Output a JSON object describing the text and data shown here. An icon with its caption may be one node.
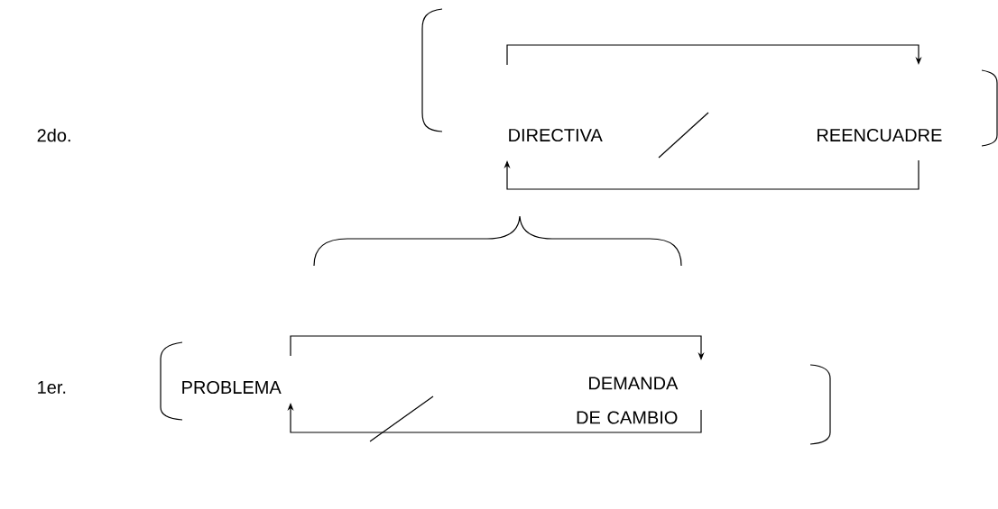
{
  "diagram": {
    "nodes": [
      {
        "text": [
          "DIRECTIVA"
        ]
      },
      {
        "text": [
          "REENCUADRE"
        ]
      },
      {
        "text": [
          "PROBLEMA"
        ]
      },
      {
        "text": [
          "DEMANDA DE CAMBIO"
        ]
      }
    ],
    "edges": [
      {
        "from": 0,
        "to": 1,
        "arrow": "to"
      },
      {
        "from": 1,
        "to": 0,
        "arrow": "to"
      },
      {
        "from": 2,
        "to": 3,
        "arrow": "to"
      },
      {
        "from": 3,
        "to": 2,
        "arrow": "to"
      }
    ],
    "labels": [
      "2do.",
      "1er."
    ]
  }
}
